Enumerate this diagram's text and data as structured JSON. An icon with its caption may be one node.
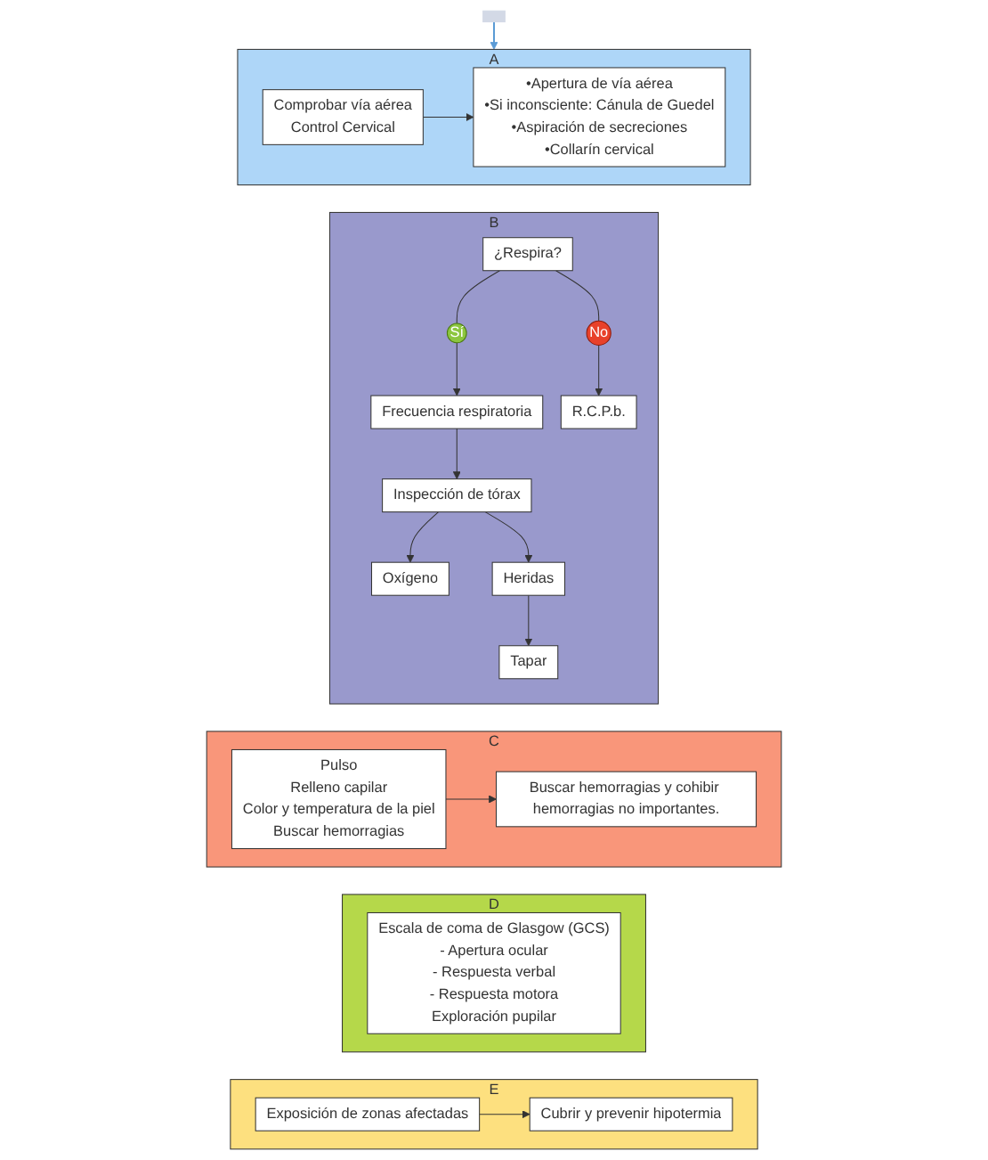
{
  "diagram": {
    "nodes": [
      {
        "text": [],
        "shape": "box"
      },
      {
        "text": [
          "A"
        ]
      },
      {
        "text": [
          "Comprobar vía aérea",
          "Control Cervical"
        ],
        "in": 1
      },
      {
        "text": [
          "•Apertura de vía aérea",
          "•Si inconsciente: Cánula de Guedel",
          "•Aspiración de secreciones",
          "•Collarín cervical"
        ],
        "in": 1
      },
      {
        "text": [
          "B"
        ]
      },
      {
        "text": [
          "Frecuencia respiratoria"
        ],
        "in": 4
      },
      {
        "text": [
          "Sí"
        ],
        "in": 4
      },
      {
        "text": [
          "¿Respira?"
        ],
        "in": 4
      },
      {
        "text": [
          "No"
        ],
        "in": 4
      },
      {
        "text": [
          "R.C.P.b."
        ],
        "in": 4
      },
      {
        "text": [
          "Inspección de tórax"
        ],
        "in": 4
      },
      {
        "text": [
          "Heridas"
        ],
        "in": 4
      },
      {
        "text": [
          "Tapar"
        ],
        "in": 4
      },
      {
        "text": [
          "Oxígeno"
        ],
        "in": 4
      },
      {
        "text": [
          "C"
        ]
      },
      {
        "text": [
          "Pulso",
          "Relleno capilar",
          "Color y temperatura de la piel",
          "Buscar hemorragias"
        ],
        "in": 14
      },
      {
        "text": [
          "Buscar hemorragias y cohibir hemorragias no importantes."
        ],
        "in": 14
      },
      {
        "text": [
          "D"
        ]
      },
      {
        "text": [
          "Escala de coma de Glasgow (GCS)",
          "- Apertura ocular",
          "- Respuesta verbal",
          "- Respuesta motora",
          "Exploración pupilar"
        ],
        "in": 17
      },
      {
        "text": [
          "E"
        ]
      },
      {
        "text": [
          "Exposición de zonas afectadas"
        ],
        "in": 19
      },
      {
        "text": [
          "Cubrir y prevenir hipotermia"
        ],
        "in": 19
      }
    ],
    "edges": [
      {
        "from": 0,
        "to": 1,
        "arrow": "to",
        "color": "#5b9bd5"
      },
      {
        "from": 2,
        "to": 3,
        "arrow": "to"
      },
      {
        "from": 7,
        "to": 6,
        "arrow": "none"
      },
      {
        "from": 6,
        "to": 5,
        "arrow": "to"
      },
      {
        "from": 7,
        "to": 8,
        "arrow": "none"
      },
      {
        "from": 8,
        "to": 9,
        "arrow": "to"
      },
      {
        "from": 5,
        "to": 10,
        "arrow": "to"
      },
      {
        "from": 10,
        "to": 13,
        "arrow": "to"
      },
      {
        "from": 10,
        "to": 11,
        "arrow": "to"
      },
      {
        "from": 11,
        "to": 12,
        "arrow": "to"
      },
      {
        "from": 15,
        "to": 16,
        "arrow": "to"
      },
      {
        "from": 20,
        "to": 21,
        "arrow": "to"
      }
    ]
  }
}
